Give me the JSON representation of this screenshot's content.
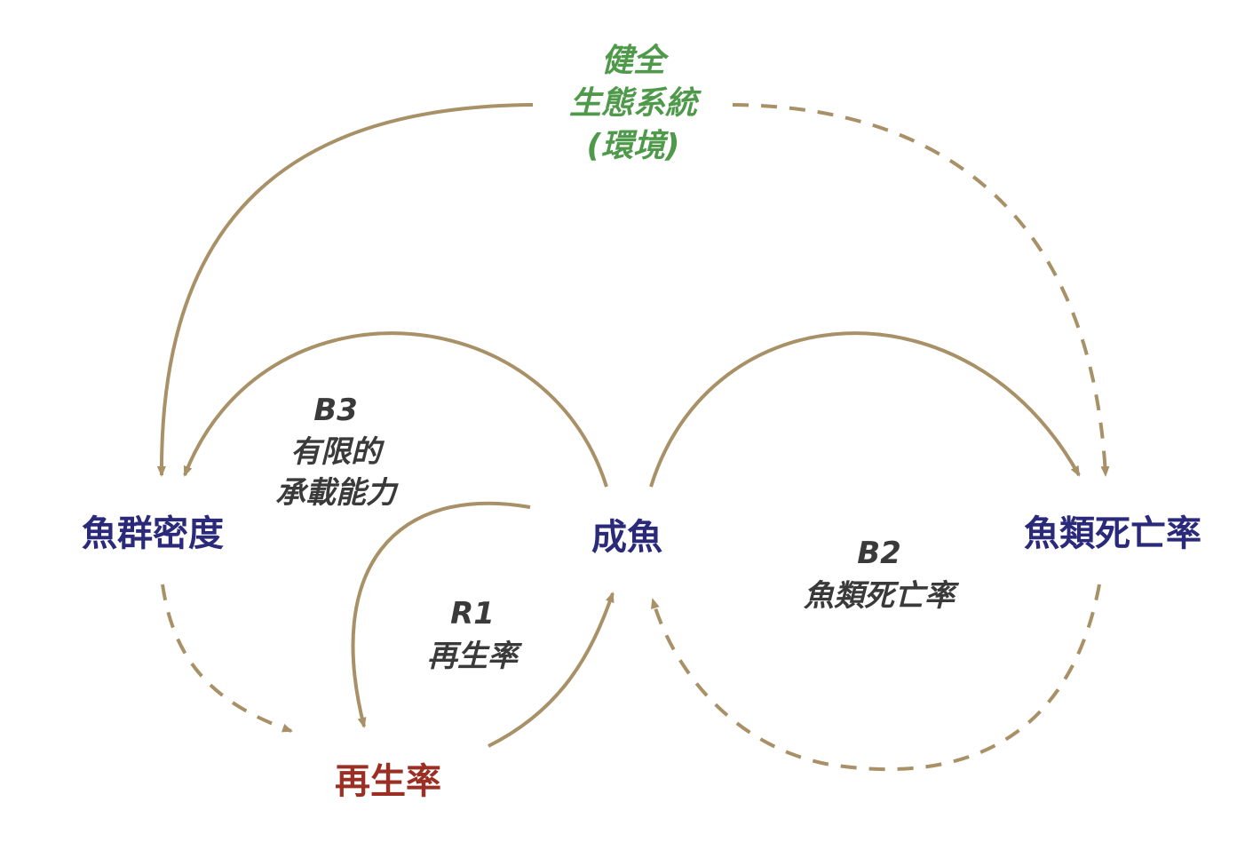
{
  "colors": {
    "arrow": "#A89067",
    "node": "#2B2A7A",
    "regen": "#9B2F23",
    "environment": "#4F9A4A",
    "loop": "#3A3A3A"
  },
  "nodes": {
    "fish_density": "魚群密度",
    "adult_fish": "成魚",
    "fish_mortality": "魚類死亡率",
    "regeneration": "再生率"
  },
  "environment": {
    "line1": "健全",
    "line2": "生態系統",
    "line3": "(環境)"
  },
  "loops": {
    "b3": {
      "id": "B3",
      "line1": "有限的",
      "line2": "承載能力"
    },
    "r1": {
      "id": "R1",
      "line1": "再生率"
    },
    "b2": {
      "id": "B2",
      "line1": "魚類死亡率"
    }
  }
}
